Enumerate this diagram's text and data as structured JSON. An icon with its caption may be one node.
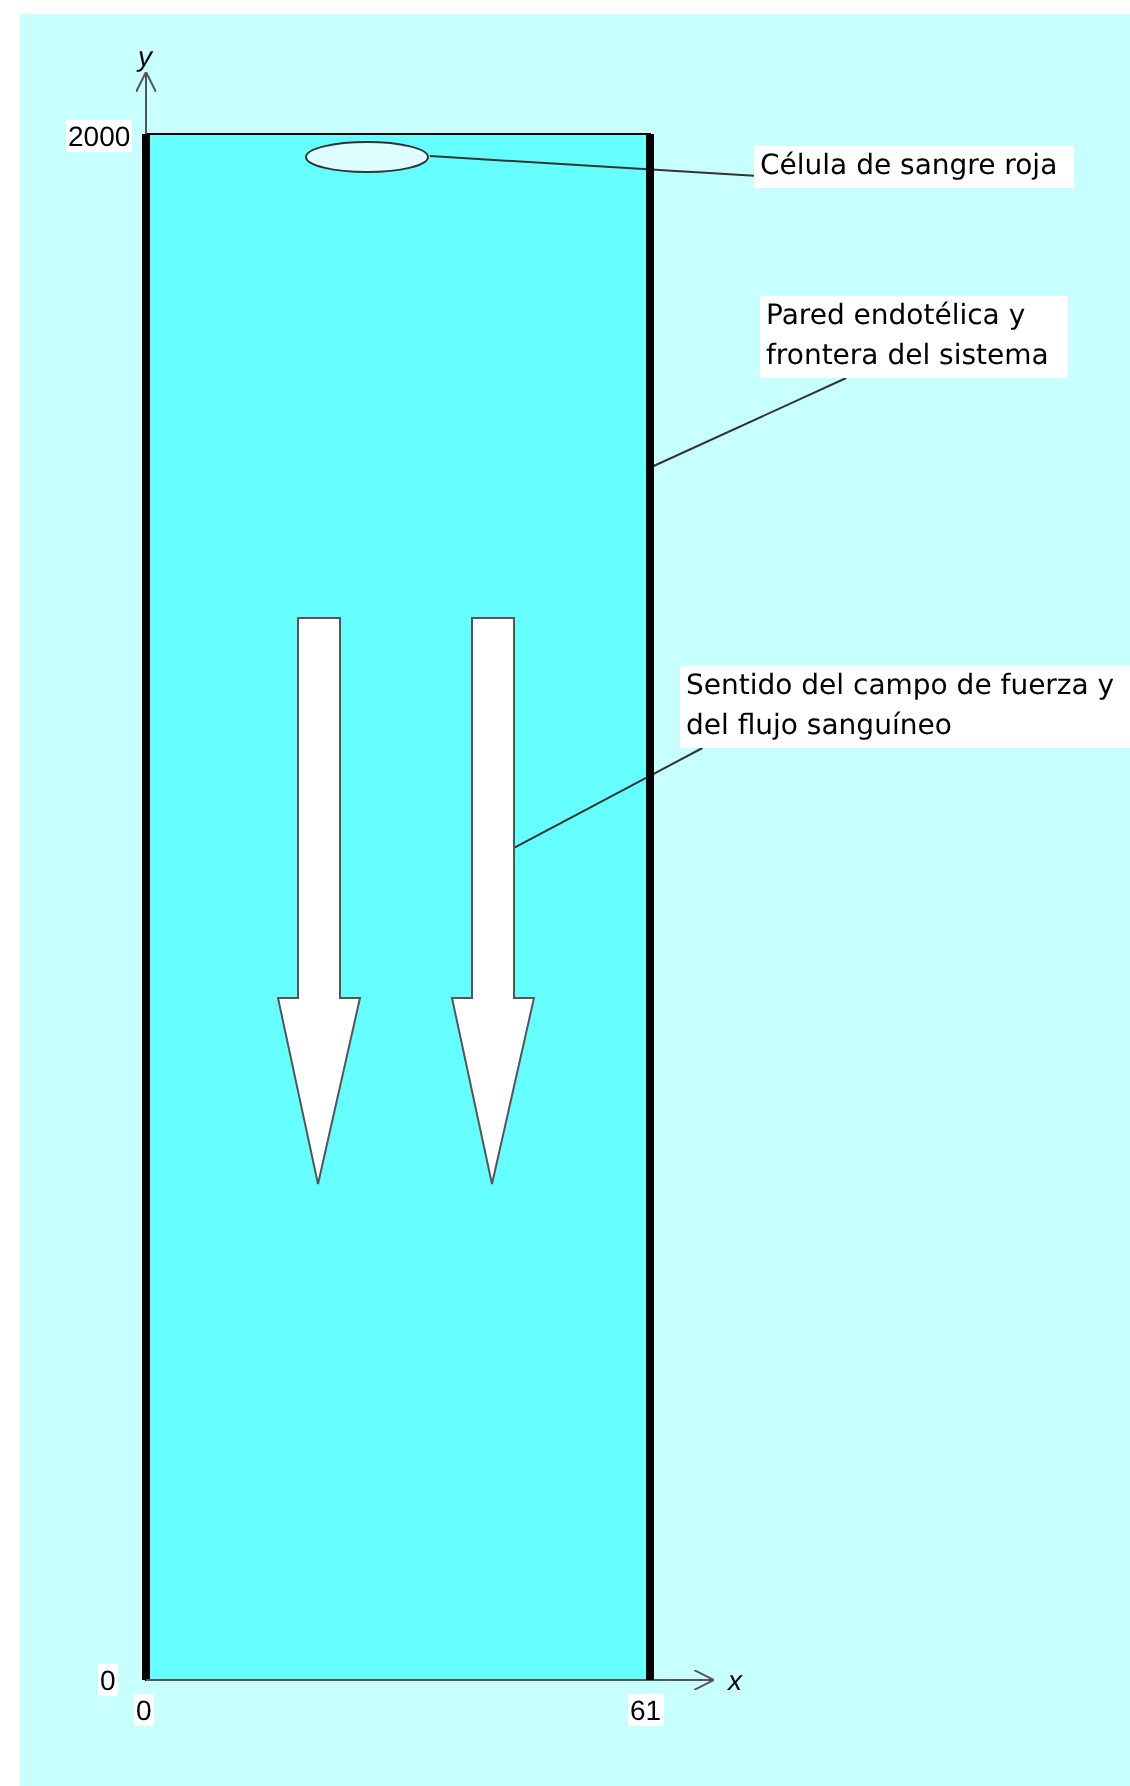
{
  "diagram": {
    "nodes": [
      {
        "text": [
          "Célula de sangre roja"
        ]
      },
      {
        "text": [],
        "shape": "circle"
      },
      {
        "text": [
          "Pared endotélica y frontera del sistema"
        ]
      },
      {
        "text": [],
        "shape": "bar"
      },
      {
        "text": [
          "Sentido del campo de fuerza y del flujo sanguíneo"
        ]
      },
      {
        "text": [],
        "shape": "arrow"
      },
      {
        "text": [],
        "shape": "arrow"
      }
    ],
    "edges": [
      {
        "from": 0,
        "to": 1,
        "arrow": "none"
      },
      {
        "from": 2,
        "to": 3,
        "arrow": "none"
      },
      {
        "from": 4,
        "to": 6,
        "arrow": "none"
      }
    ],
    "labels": [
      "y",
      "2000",
      "0",
      "0",
      "61",
      "x"
    ]
  }
}
